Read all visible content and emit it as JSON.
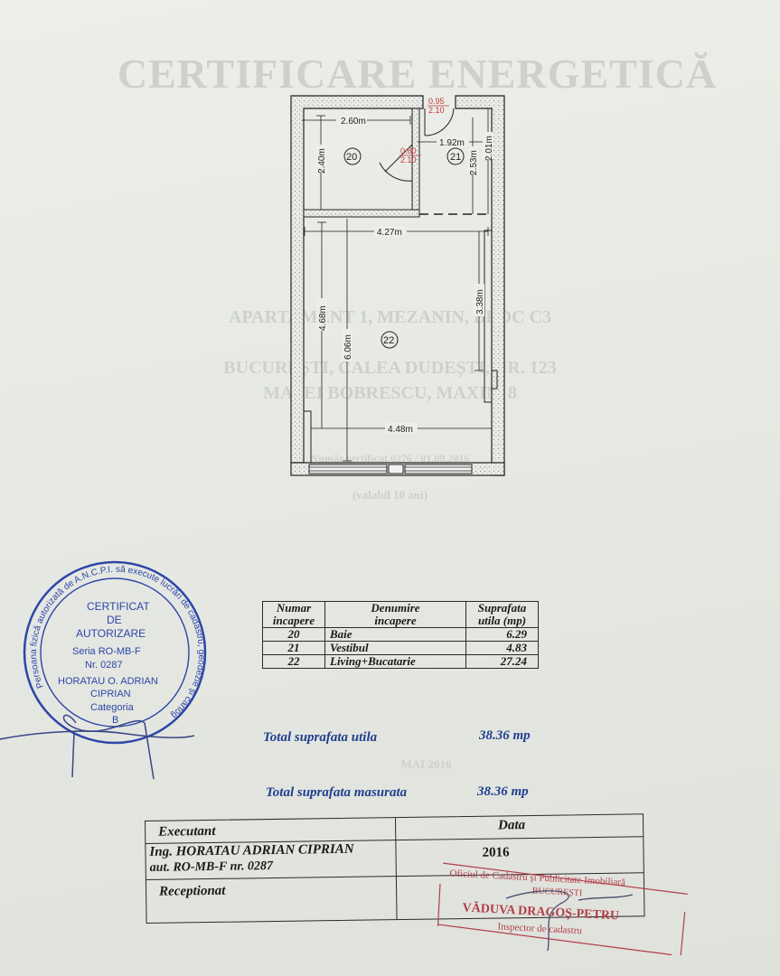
{
  "watermark_title": "CERTIFICARE ENERGETICĂ",
  "plan": {
    "dimensions": {
      "room20_width": "2.60m",
      "room20_height": "2.40m",
      "room21_width": "1.92m",
      "room21_height_a": "2.53m",
      "room21_height_b": "2.01m",
      "room22_top_width": "4.27m",
      "room22_left_height": "4.68m",
      "room22_total_height": "6.06m",
      "room22_right_height": "3.38m",
      "room22_bottom_width": "4.48m"
    },
    "doors": {
      "entrance_width": "0.95",
      "entrance_height": "2.10",
      "bath_width": "0.80",
      "bath_height": "2.10"
    },
    "room_numbers": [
      "20",
      "21",
      "22"
    ]
  },
  "table": {
    "headers": {
      "number": [
        "Numar",
        "incapere"
      ],
      "name": [
        "Denumire",
        "incapere"
      ],
      "area": [
        "Suprafata",
        "utila (mp)"
      ]
    },
    "rows": [
      {
        "number": "20",
        "name": "Baie",
        "area": "6.29"
      },
      {
        "number": "21",
        "name": "Vestibul",
        "area": "4.83"
      },
      {
        "number": "22",
        "name": "Living+Bucatarie",
        "area": "27.24"
      }
    ]
  },
  "totals": {
    "useful_label": "Total suprafata utila",
    "useful_value": "38.36 mp",
    "measured_label": "Total suprafata masurata",
    "measured_value": "38.36 mp"
  },
  "executant": {
    "header_executant": "Executant",
    "header_data": "Data",
    "engineer_line1": "Ing. HORATAU ADRIAN CIPRIAN",
    "engineer_line2": "aut. RO-MB-F nr. 0287",
    "year": "2016",
    "receptionat": "Receptionat"
  },
  "blue_stamp": {
    "line1": "CERTIFICAT",
    "line2": "DE",
    "line3": "AUTORIZARE",
    "line4": "Seria RO-MB-F",
    "line5": "Nr. 0287",
    "line6": "HORATAU O. ADRIAN",
    "line7": "CIPRIAN",
    "line8": "Categoria",
    "line9": "B"
  },
  "red_stamp": {
    "line1": "Oficiul de Cadastru și Publicitate Imobiliară",
    "line2": "BUCUREȘTI",
    "line3": "VĂDUVA DRAGOȘ-PETRU",
    "line4": "Inspector de cadastru"
  },
  "colors": {
    "paper": "#e6e8e3",
    "ink": "#1a1a1a",
    "blue_ink": "#1f3f8f",
    "stamp_blue": "#2c46a8",
    "stamp_red": "#b33e4a",
    "dimension_red": "#c43a3a"
  }
}
